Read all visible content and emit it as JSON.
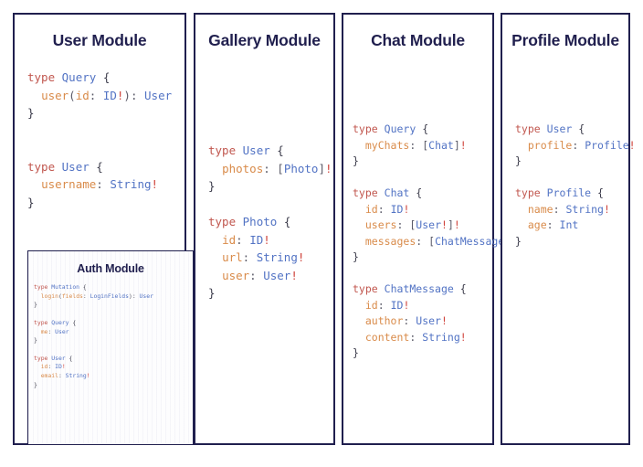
{
  "page": {
    "background": "#ffffff",
    "accent_border": "#201f4e",
    "title_color": "#201f4e"
  },
  "syntax_colors": {
    "keyword": "#c1574f",
    "type_name": "#5273c4",
    "field_name": "#d98b4a",
    "punctuation": "#5a5a68",
    "brace": "#3b3b4a",
    "bang": "#d0443c"
  },
  "modules": {
    "user": {
      "title": "User Module",
      "code_lines": [
        "type Query {",
        "  user(id: ID!): User",
        "}",
        "",
        "",
        "type User {",
        "  username: String!",
        "}"
      ]
    },
    "auth": {
      "title": "Auth Module",
      "code_lines": [
        "type Mutation {",
        "  login(fields: LoginFields): User",
        "}",
        "",
        "type Query {",
        "  me: User",
        "}",
        "",
        "type User {",
        "  id: ID!",
        "  email: String!",
        "}"
      ]
    },
    "gallery": {
      "title": "Gallery Module",
      "code_lines": [
        "type User {",
        "  photos: [Photo]!",
        "}",
        "",
        "type Photo {",
        "  id: ID!",
        "  url: String!",
        "  user: User!",
        "}"
      ]
    },
    "chat": {
      "title": "Chat Module",
      "code_lines": [
        "type Query {",
        "  myChats: [Chat]!",
        "}",
        "",
        "type Chat {",
        "  id: ID!",
        "  users: [User!]!",
        "  messages: [ChatMessage]!",
        "}",
        "",
        "type ChatMessage {",
        "  id: ID!",
        "  author: User!",
        "  content: String!",
        "}"
      ]
    },
    "profile": {
      "title": "Profile Module",
      "code_lines": [
        "type User {",
        "  profile: Profile!",
        "}",
        "",
        "type Profile {",
        "  name: String!",
        "  age: Int",
        "}"
      ]
    }
  }
}
